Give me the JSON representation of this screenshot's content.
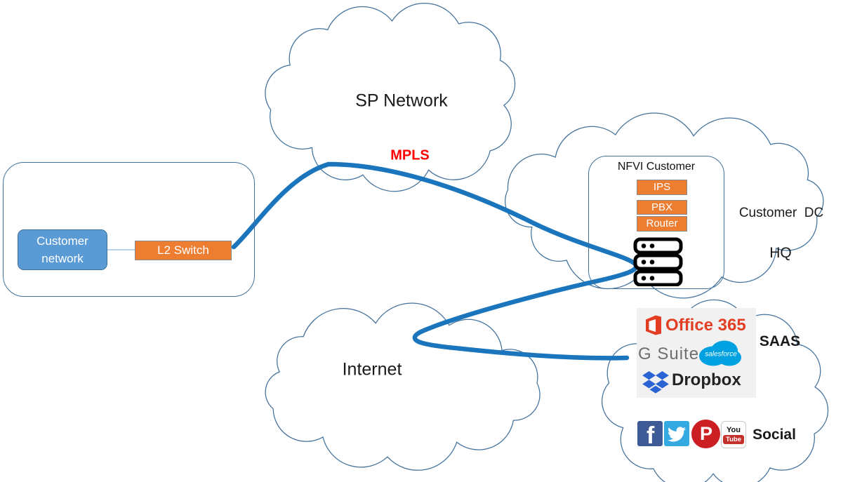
{
  "clouds": {
    "sp_network": {
      "label": "SP Network",
      "sublabel": "MPLS"
    },
    "customer_dc": {
      "label": "Customer  DC",
      "sublabel": "HQ"
    },
    "internet": {
      "label": "Internet"
    },
    "services": {
      "saas_label": "SAAS",
      "social_label": "Social"
    }
  },
  "customer_site": {
    "customer_network_label": "Customer network",
    "l2_switch_label": "L2 Switch"
  },
  "nfvi": {
    "title": "NFVI Customer",
    "components": [
      "IPS",
      "PBX",
      "Router"
    ],
    "icon": "server-stack-icon"
  },
  "saas": {
    "office365": "Office 365",
    "gsuite": "G Suite",
    "salesforce": "salesforce",
    "dropbox": "Dropbox"
  },
  "social": {
    "icons": [
      "facebook-icon",
      "twitter-icon",
      "pinterest-icon",
      "youtube-icon"
    ],
    "facebook_letter": "f",
    "pinterest_letter": "P",
    "youtube_you": "You",
    "youtube_tube": "Tube"
  },
  "colors": {
    "link_blue": "#1B75BC",
    "thin_link_blue": "#9DC3E6",
    "cloud_outline": "#41719C",
    "box_blue": "#5B9BD5",
    "box_blue_border": "#41719C",
    "accent_orange": "#ED7D31",
    "orange_border": "#8A8A8A",
    "mpls_red": "#FF0000",
    "office_red": "#E23E23",
    "gsuite_gray": "#6E6E6E",
    "salesforce_blue": "#00A1E0",
    "dropbox_blue": "#2A63D4",
    "facebook_blue": "#3E5B98",
    "twitter_blue": "#35A9E1",
    "pinterest_red": "#CB1F24",
    "youtube_red": "#C4302B",
    "panel_gray": "#F2F1F1"
  }
}
